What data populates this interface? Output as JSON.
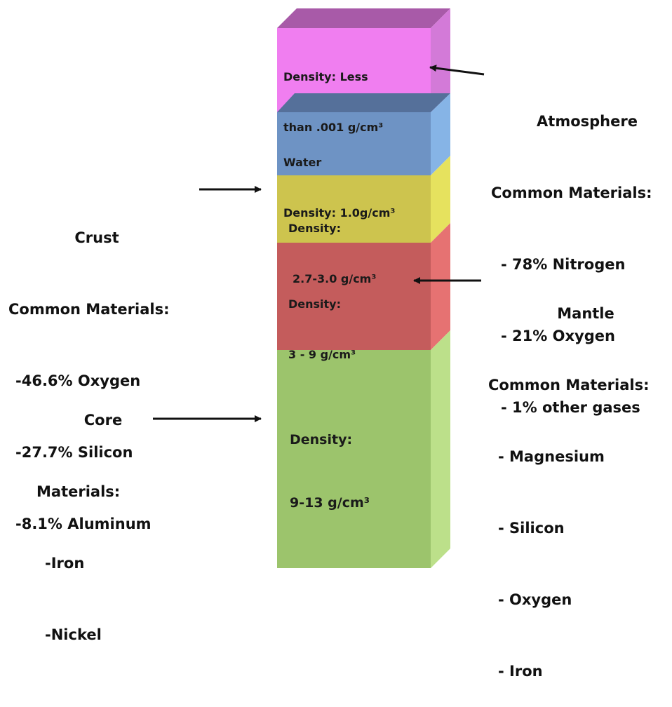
{
  "layers": {
    "atmosphere": {
      "density_line1": "Density: Less",
      "density_line2": "than .001 g/cm³",
      "title": "Atmosphere",
      "subtitle": "Common Materials:",
      "materials": [
        "- 78% Nitrogen",
        "- 21% Oxygen",
        "- 1% other gases"
      ],
      "colors": {
        "front": "#f07ef0",
        "side": "#d37ad8",
        "top": "#a85aa8"
      }
    },
    "water": {
      "label": "Water",
      "density": "Density: 1.0g/cm³",
      "colors": {
        "front": "#6e93c4",
        "side": "#86b4e6",
        "top": "#55709a"
      }
    },
    "crust": {
      "density_line1": "Density:",
      "density_line2": "2.7-3.0 g/cm³",
      "title": "Crust",
      "subtitle": "Common Materials:",
      "materials": [
        "-46.6% Oxygen",
        "-27.7% Silicon",
        "-8.1% Aluminum"
      ],
      "colors": {
        "front": "#cdc44e",
        "side": "#e6e25e"
      }
    },
    "mantle": {
      "density_line1": "Density:",
      "density_line2": "3 - 9 g/cm³",
      "title": "Mantle",
      "subtitle": "Common Materials:",
      "materials": [
        "- Magnesium",
        "- Silicon",
        "- Oxygen",
        "- Iron"
      ],
      "colors": {
        "front": "#c45c5c",
        "side": "#e67272"
      }
    },
    "core": {
      "density_line1": "Density:",
      "density_line2": "9-13 g/cm³",
      "title": "Core",
      "subtitle": "Materials:",
      "materials": [
        "-Iron",
        "-Nickel"
      ],
      "colors": {
        "front": "#9cc46c",
        "side": "#bce08a"
      }
    }
  }
}
